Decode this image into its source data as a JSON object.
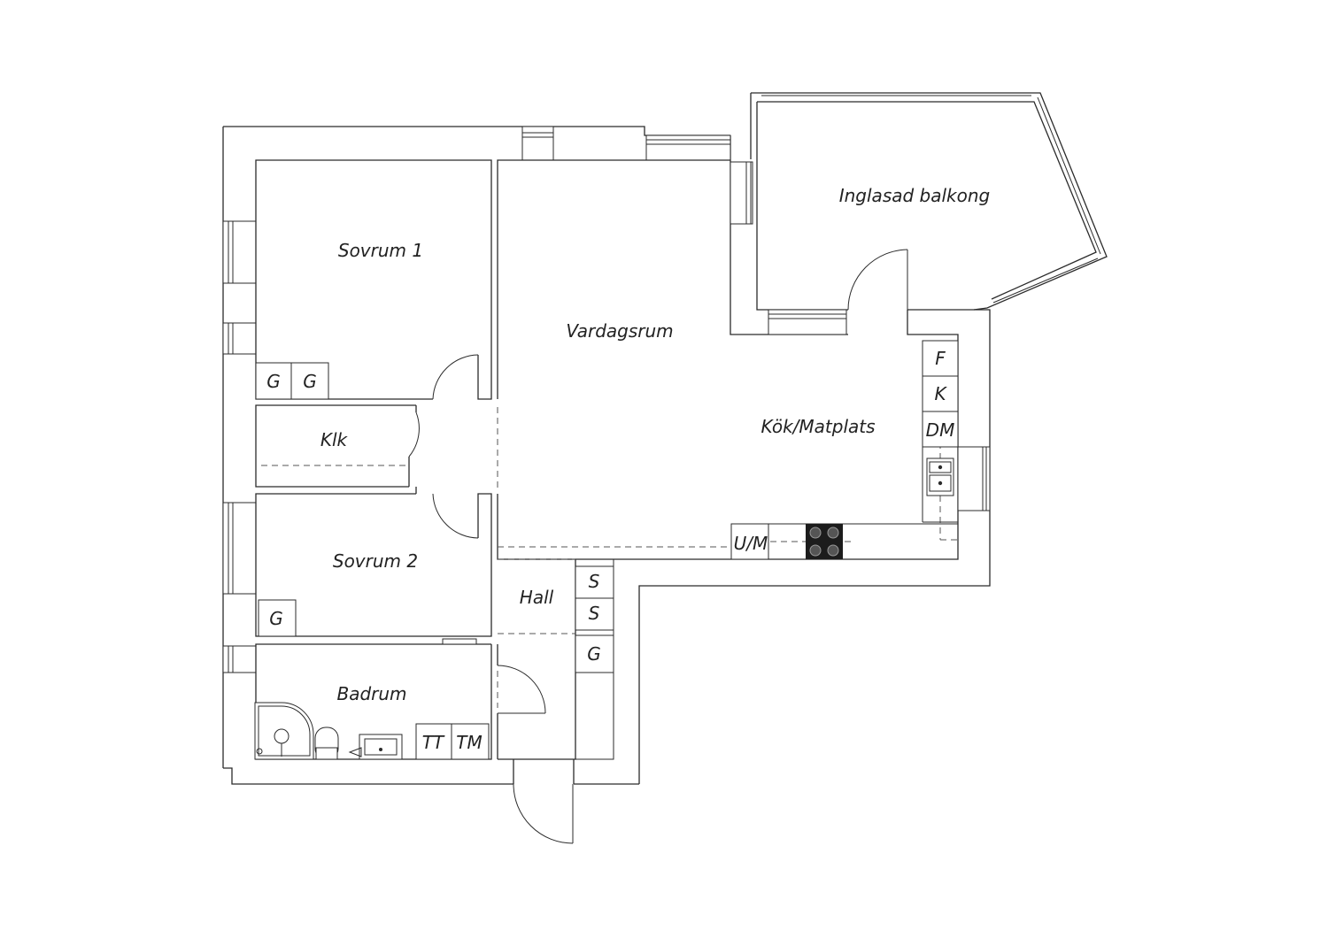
{
  "rooms": {
    "sovrum1": "Sovrum 1",
    "vardagsrum": "Vardagsrum",
    "balkong": "Inglasad balkong",
    "kok": "Kök/Matplats",
    "klk": "Klk",
    "sovrum2": "Sovrum 2",
    "hall": "Hall",
    "badrum": "Badrum"
  },
  "fixtures": {
    "wardrobe_g": "G",
    "fridge_f": "F",
    "freezer_k": "K",
    "dishwasher": "DM",
    "oven_micro": "U/M",
    "closet_s": "S",
    "dryer": "TT",
    "washer": "TM"
  }
}
